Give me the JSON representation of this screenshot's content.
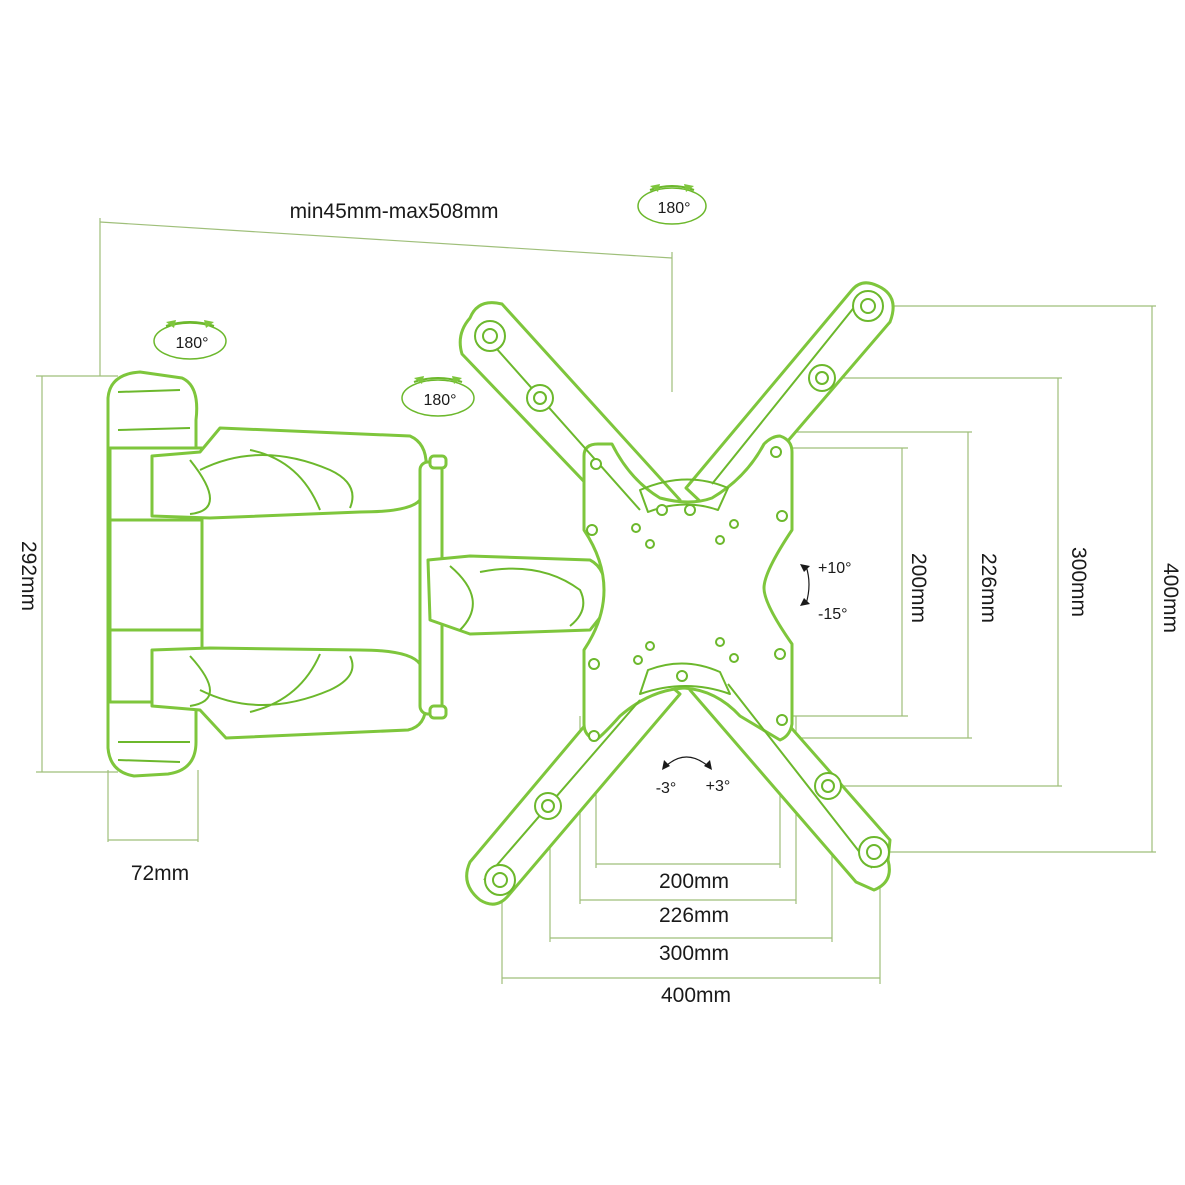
{
  "colors": {
    "outline": "#7ec63c",
    "dimension_line": "#9fbf7a",
    "text": "#1a1a1a",
    "background": "#ffffff"
  },
  "labels": {
    "extension": "min45mm-max508mm",
    "swivel_top": "180°",
    "swivel_wall": "180°",
    "swivel_arm": "180°",
    "wall_height": "292mm",
    "wall_depth": "72mm",
    "tilt_up": "+10°",
    "tilt_down": "-15°",
    "rot_left": "-3°",
    "rot_right": "+3°",
    "vesa_v_200": "200mm",
    "vesa_v_226": "226mm",
    "vesa_v_300": "300mm",
    "vesa_v_400": "400mm",
    "vesa_h_200": "200mm",
    "vesa_h_226": "226mm",
    "vesa_h_300": "300mm",
    "vesa_h_400": "400mm"
  }
}
